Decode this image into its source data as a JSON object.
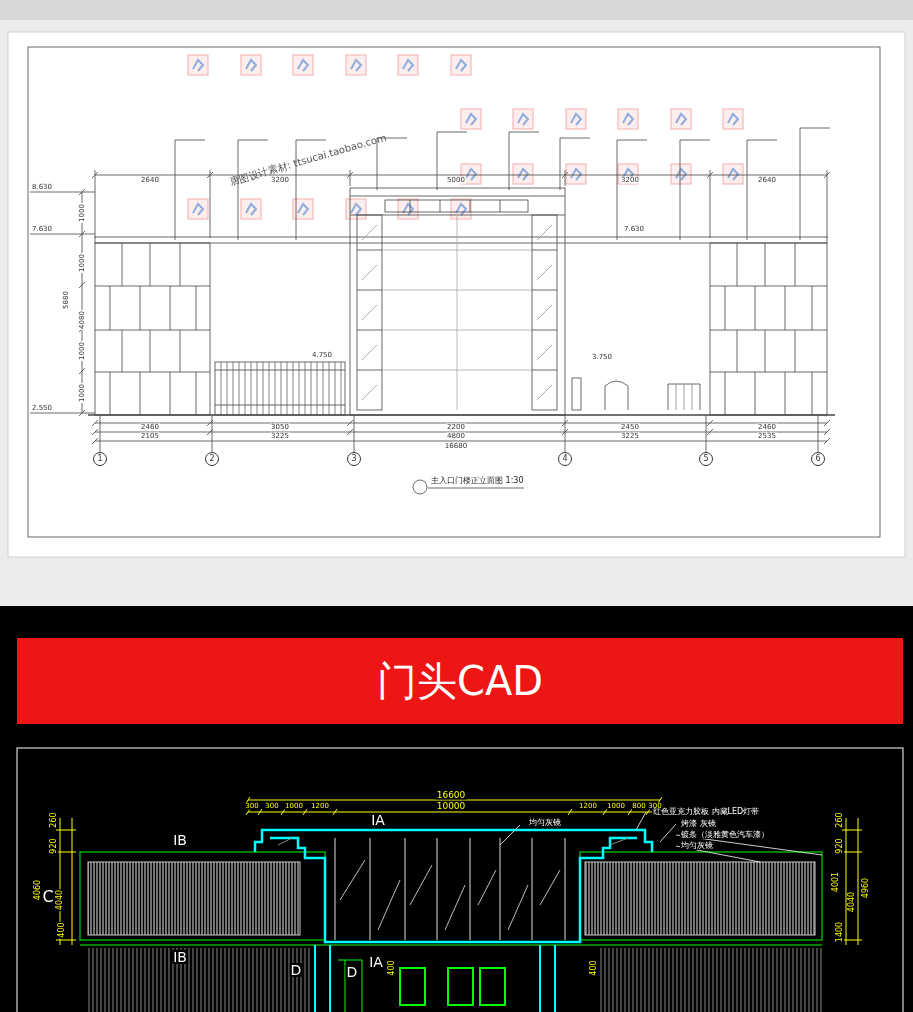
{
  "diagram": {
    "caption": "主入口门楼正立面图 1:30",
    "nodes": [
      {
        "text": [
          "门头CAD"
        ]
      },
      {
        "text": [
          "1"
        ]
      },
      {
        "text": [
          "2"
        ]
      },
      {
        "text": [
          "3"
        ]
      },
      {
        "text": [
          "4"
        ]
      },
      {
        "text": [
          "5"
        ]
      },
      {
        "text": [
          "6"
        ]
      }
    ],
    "labels": [
      "8.630",
      "7.630",
      "2.550",
      "1000",
      "1000",
      "5880",
      "4080",
      "1000",
      "1000",
      "2640",
      "3200",
      "5000",
      "3200",
      "2640",
      "7.630",
      "4.750",
      "3.750",
      "2460",
      "3050",
      "2200",
      "2450",
      "2460",
      "2105",
      "3225",
      "4800",
      "3225",
      "2535",
      "16680",
      "唐图设计素材: ttsucai.taobao.com",
      "16600",
      "300",
      "300",
      "1000",
      "1200",
      "10000",
      "1200",
      "1000",
      "800",
      "300",
      "IA",
      "均匀灰镜",
      "红色亚克力胶板 内藏LED灯带",
      "烤漆 灰镜",
      "镀条（淡雅黄色汽车漆）",
      "均匀灰镜",
      "IB",
      "C",
      "IB",
      "IA",
      "D",
      "D",
      "260",
      "920",
      "4060",
      "4040",
      "400",
      "400",
      "400",
      "260",
      "920",
      "4001",
      "4040",
      "4960",
      "1400"
    ]
  }
}
